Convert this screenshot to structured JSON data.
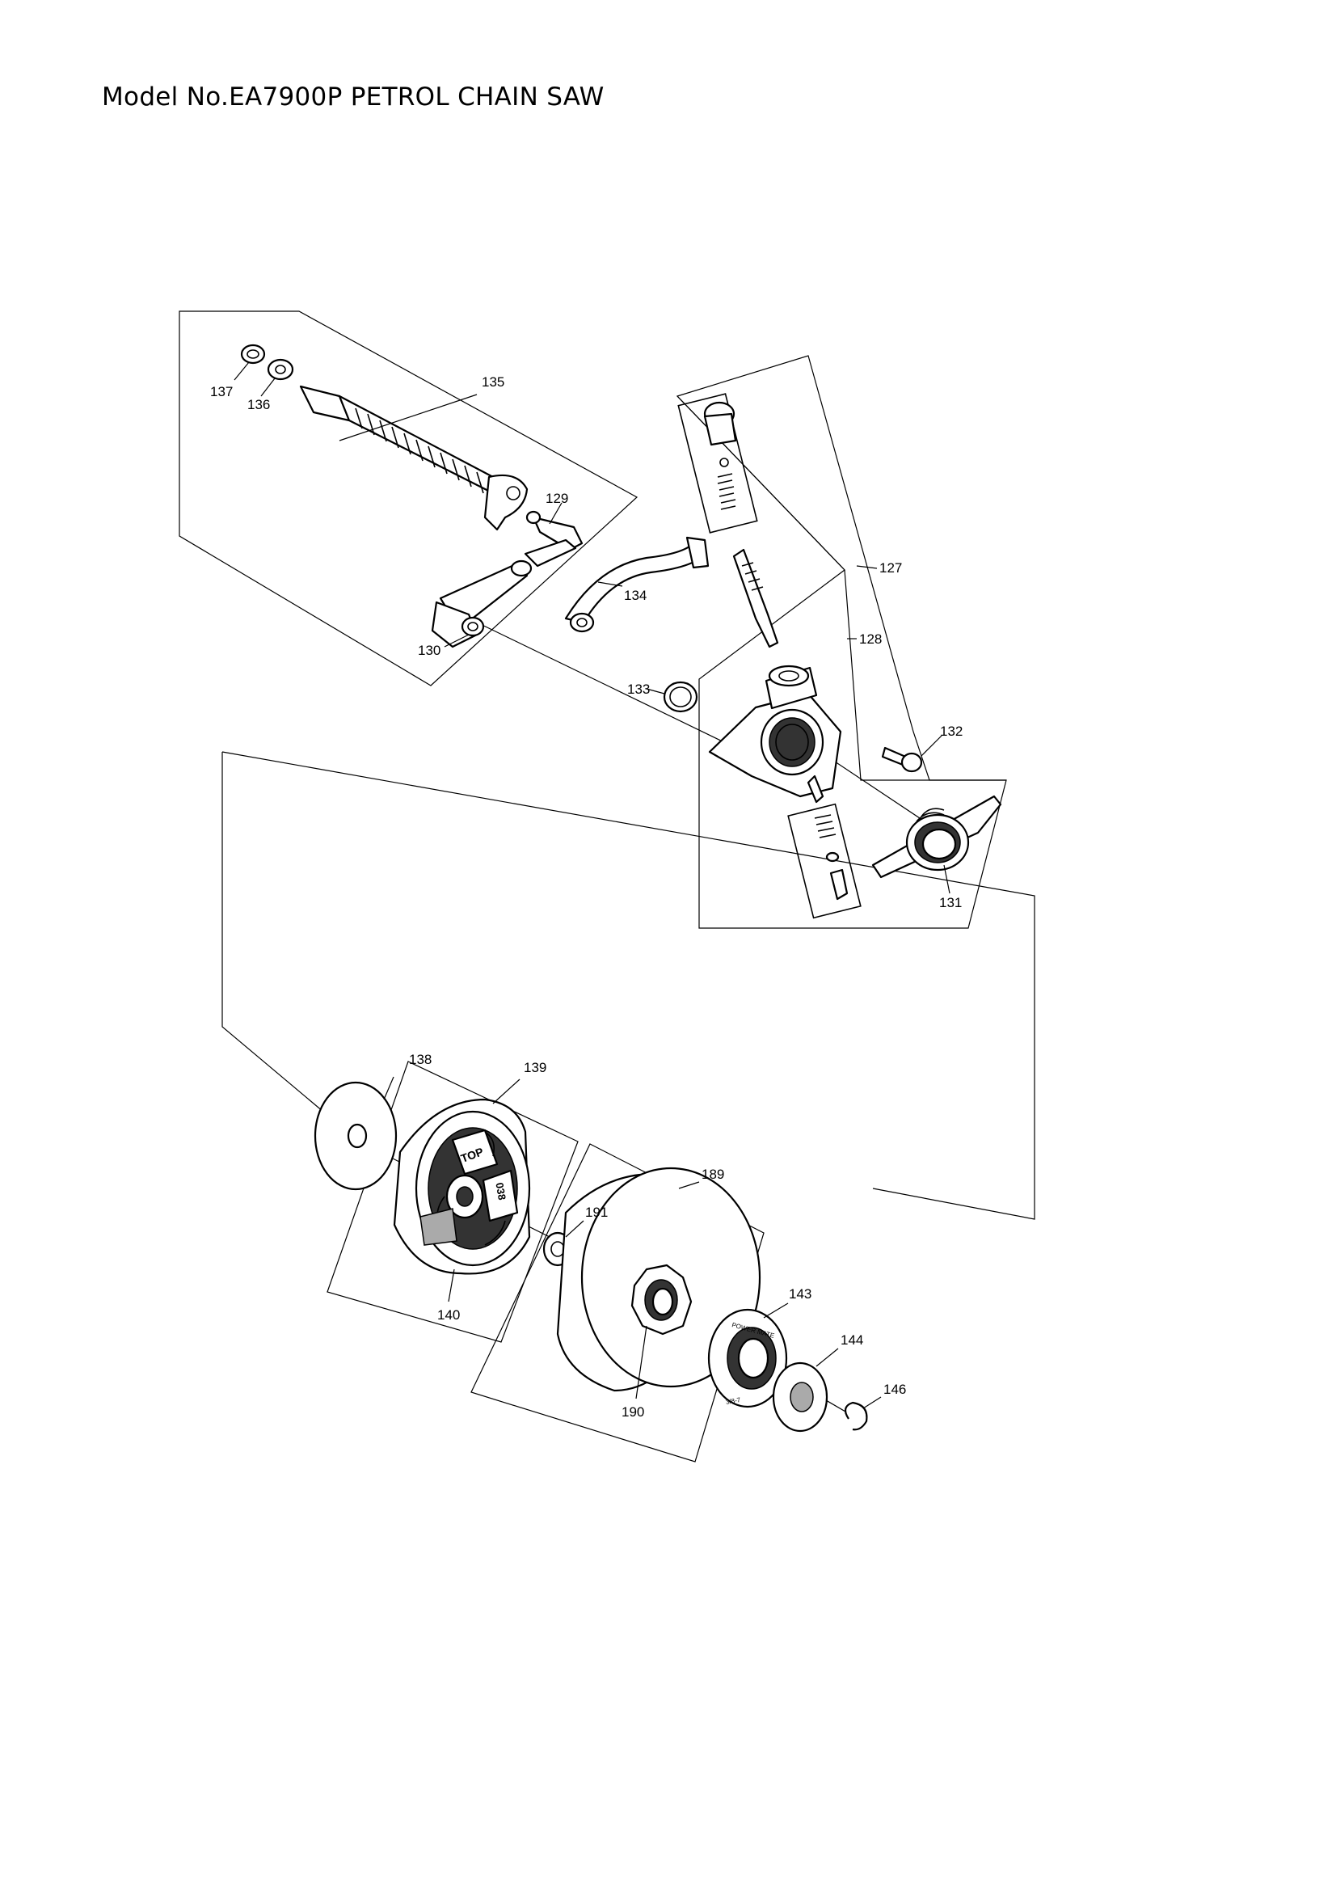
{
  "title": "Model No.EA7900P PETROL CHAIN SAW",
  "parts": [
    {
      "id": "p127",
      "label": "127"
    },
    {
      "id": "p128",
      "label": "128"
    },
    {
      "id": "p129",
      "label": "129"
    },
    {
      "id": "p130",
      "label": "130"
    },
    {
      "id": "p131",
      "label": "131"
    },
    {
      "id": "p132",
      "label": "132"
    },
    {
      "id": "p133",
      "label": "133"
    },
    {
      "id": "p134",
      "label": "134"
    },
    {
      "id": "p135",
      "label": "135"
    },
    {
      "id": "p136",
      "label": "136"
    },
    {
      "id": "p137",
      "label": "137"
    },
    {
      "id": "p138",
      "label": "138"
    },
    {
      "id": "p139",
      "label": "139"
    },
    {
      "id": "p140",
      "label": "140"
    },
    {
      "id": "p143",
      "label": "143"
    },
    {
      "id": "p144",
      "label": "144"
    },
    {
      "id": "p146",
      "label": "146"
    },
    {
      "id": "p189",
      "label": "189"
    },
    {
      "id": "p190",
      "label": "190"
    },
    {
      "id": "p191",
      "label": "191"
    }
  ],
  "markings": {
    "shoe_top": "TOP",
    "shoe_code": "038",
    "rim_text_1": "POWER MATE",
    "rim_text_2": "3/8-7"
  }
}
